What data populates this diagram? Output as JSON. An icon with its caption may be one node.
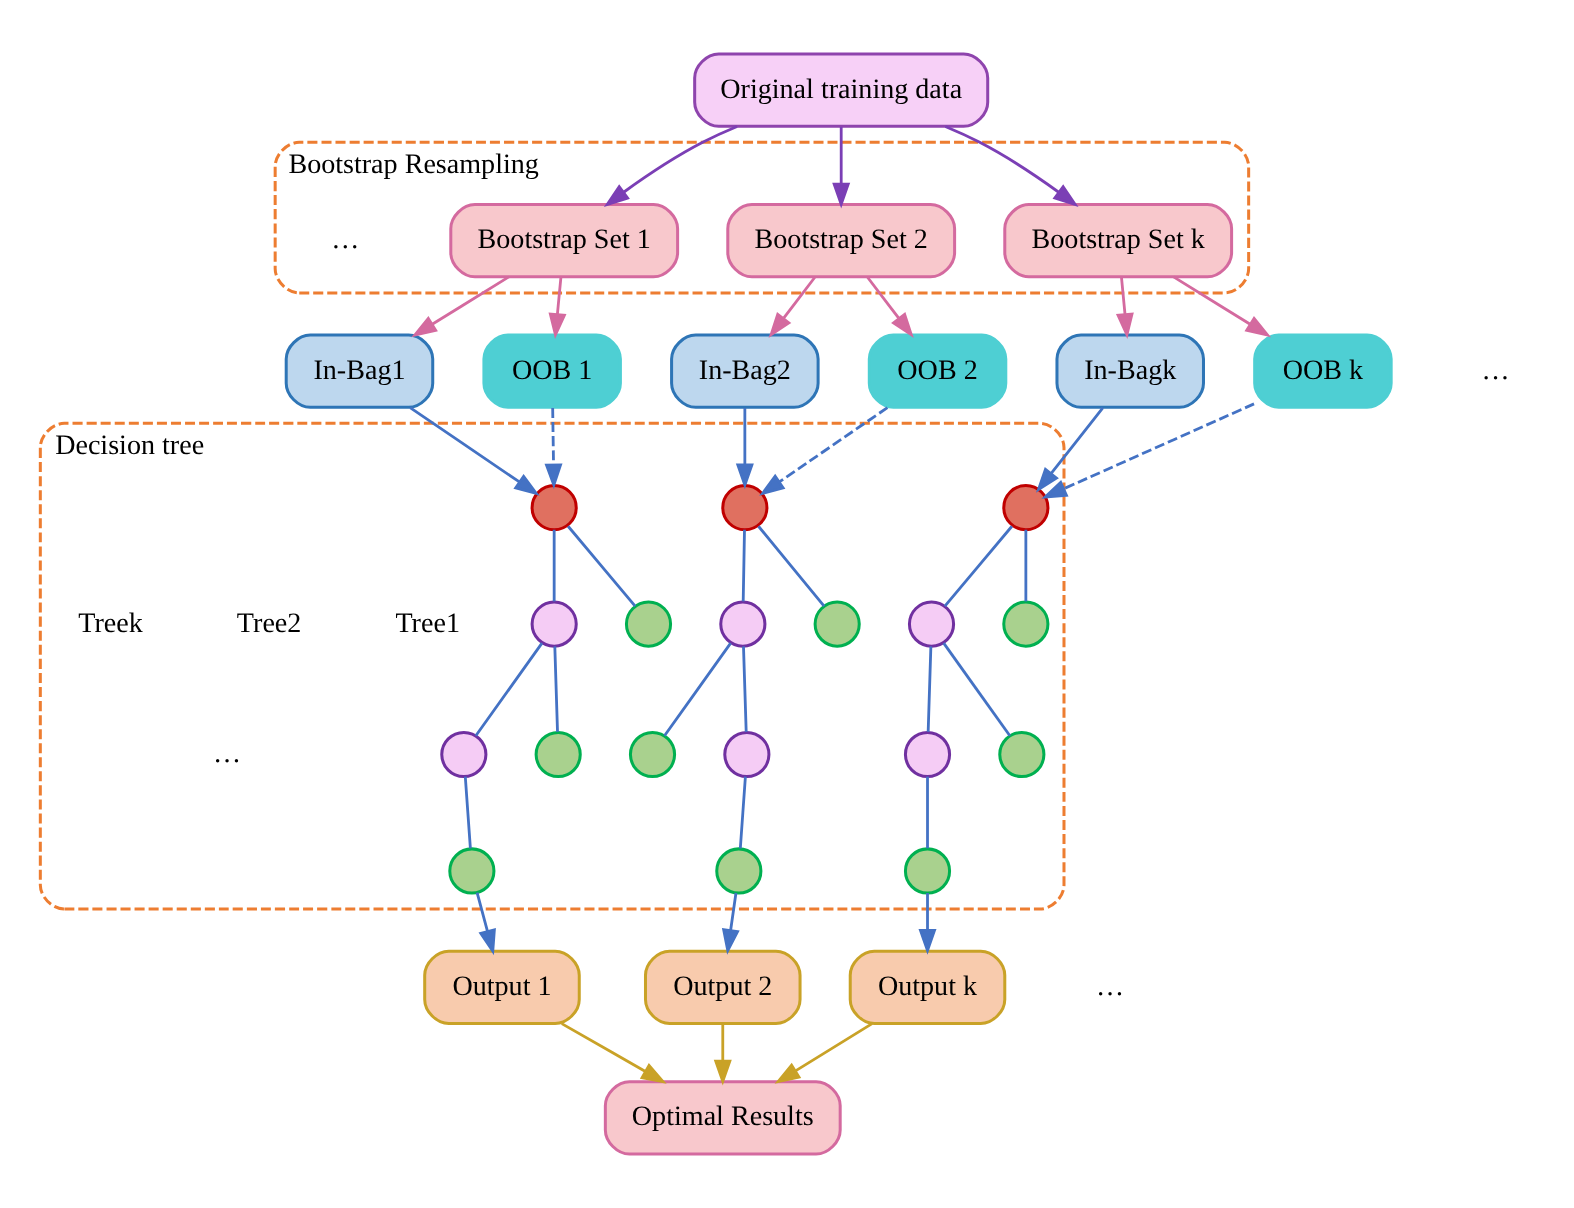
{
  "diagram": {
    "nodes": [
      {
        "text": [
          "Original training data"
        ]
      },
      {
        "text": [
          "Bootstrap Resampling"
        ]
      },
      {
        "text": [
          "Bootstrap Set 1"
        ],
        "in": 1
      },
      {
        "text": [
          "Bootstrap Set 2"
        ],
        "in": 1
      },
      {
        "text": [
          "Bootstrap Set k"
        ],
        "in": 1
      },
      {
        "text": [
          "In-Bag1"
        ]
      },
      {
        "text": [
          "OOB 1"
        ]
      },
      {
        "text": [
          "In-Bag2"
        ]
      },
      {
        "text": [
          "OOB 2"
        ]
      },
      {
        "text": [
          "In-Bagk"
        ]
      },
      {
        "text": [
          "OOB k"
        ]
      },
      {
        "text": [
          "Decision tree"
        ]
      },
      {
        "text": [],
        "shape": "circle",
        "in": 11
      },
      {
        "text": [],
        "shape": "circle",
        "in": 11
      },
      {
        "text": [],
        "shape": "circle",
        "in": 11
      },
      {
        "text": [],
        "shape": "circle",
        "in": 11
      },
      {
        "text": [],
        "shape": "circle",
        "in": 11
      },
      {
        "text": [],
        "shape": "circle",
        "in": 11
      },
      {
        "text": [],
        "shape": "circle",
        "in": 11
      },
      {
        "text": [],
        "shape": "circle",
        "in": 11
      },
      {
        "text": [],
        "shape": "circle",
        "in": 11
      },
      {
        "text": [],
        "shape": "circle",
        "in": 11
      },
      {
        "text": [],
        "shape": "circle",
        "in": 11
      },
      {
        "text": [],
        "shape": "circle",
        "in": 11
      },
      {
        "text": [],
        "shape": "circle",
        "in": 11
      },
      {
        "text": [],
        "shape": "circle",
        "in": 11
      },
      {
        "text": [],
        "shape": "circle",
        "in": 11
      },
      {
        "text": [],
        "shape": "circle",
        "in": 11
      },
      {
        "text": [],
        "shape": "circle",
        "in": 11
      },
      {
        "text": [],
        "shape": "circle",
        "in": 11
      },
      {
        "text": [
          "Output 1"
        ]
      },
      {
        "text": [
          "Output 2"
        ]
      },
      {
        "text": [
          "Output k"
        ]
      },
      {
        "text": [
          "Optimal Results"
        ]
      }
    ],
    "edges": [
      {
        "from": 0,
        "to": 2,
        "arrow": "to",
        "color": "#7b3fb5"
      },
      {
        "from": 0,
        "to": 3,
        "arrow": "to",
        "color": "#7b3fb5"
      },
      {
        "from": 0,
        "to": 4,
        "arrow": "to",
        "color": "#7b3fb5"
      },
      {
        "from": 2,
        "to": 5,
        "arrow": "to",
        "color": "#d46a9f"
      },
      {
        "from": 2,
        "to": 6,
        "arrow": "to",
        "color": "#d46a9f"
      },
      {
        "from": 3,
        "to": 7,
        "arrow": "to",
        "color": "#d46a9f"
      },
      {
        "from": 3,
        "to": 8,
        "arrow": "to",
        "color": "#d46a9f"
      },
      {
        "from": 4,
        "to": 9,
        "arrow": "to",
        "color": "#d46a9f"
      },
      {
        "from": 4,
        "to": 10,
        "arrow": "to",
        "color": "#d46a9f"
      },
      {
        "from": 5,
        "to": 12,
        "arrow": "to"
      },
      {
        "from": 6,
        "to": 12,
        "arrow": "to",
        "style": "dashed"
      },
      {
        "from": 7,
        "to": 18,
        "arrow": "to"
      },
      {
        "from": 8,
        "to": 18,
        "arrow": "to",
        "style": "dashed"
      },
      {
        "from": 9,
        "to": 24,
        "arrow": "to"
      },
      {
        "from": 10,
        "to": 24,
        "arrow": "to",
        "style": "dashed"
      },
      {
        "from": 12,
        "to": 13,
        "arrow": "none"
      },
      {
        "from": 12,
        "to": 14,
        "arrow": "none"
      },
      {
        "from": 14,
        "to": 15,
        "arrow": "none"
      },
      {
        "from": 14,
        "to": 16,
        "arrow": "none"
      },
      {
        "from": 16,
        "to": 17,
        "arrow": "none"
      },
      {
        "from": 18,
        "to": 19,
        "arrow": "none"
      },
      {
        "from": 18,
        "to": 20,
        "arrow": "none"
      },
      {
        "from": 20,
        "to": 21,
        "arrow": "none"
      },
      {
        "from": 20,
        "to": 22,
        "arrow": "none"
      },
      {
        "from": 21,
        "to": 23,
        "arrow": "none"
      },
      {
        "from": 24,
        "to": 25,
        "arrow": "none"
      },
      {
        "from": 24,
        "to": 26,
        "arrow": "none"
      },
      {
        "from": 26,
        "to": 27,
        "arrow": "none"
      },
      {
        "from": 26,
        "to": 28,
        "arrow": "none"
      },
      {
        "from": 28,
        "to": 29,
        "arrow": "none"
      },
      {
        "from": 17,
        "to": 30,
        "arrow": "to"
      },
      {
        "from": 23,
        "to": 31,
        "arrow": "to"
      },
      {
        "from": 29,
        "to": 32,
        "arrow": "to"
      },
      {
        "from": 30,
        "to": 33,
        "arrow": "to",
        "color": "#c9a227"
      },
      {
        "from": 31,
        "to": 33,
        "arrow": "to",
        "color": "#c9a227"
      },
      {
        "from": 32,
        "to": 33,
        "arrow": "to",
        "color": "#c9a227"
      }
    ],
    "labels": [
      "…",
      "…",
      "Tree1",
      "Tree2",
      "Treek",
      "…",
      "…"
    ]
  }
}
